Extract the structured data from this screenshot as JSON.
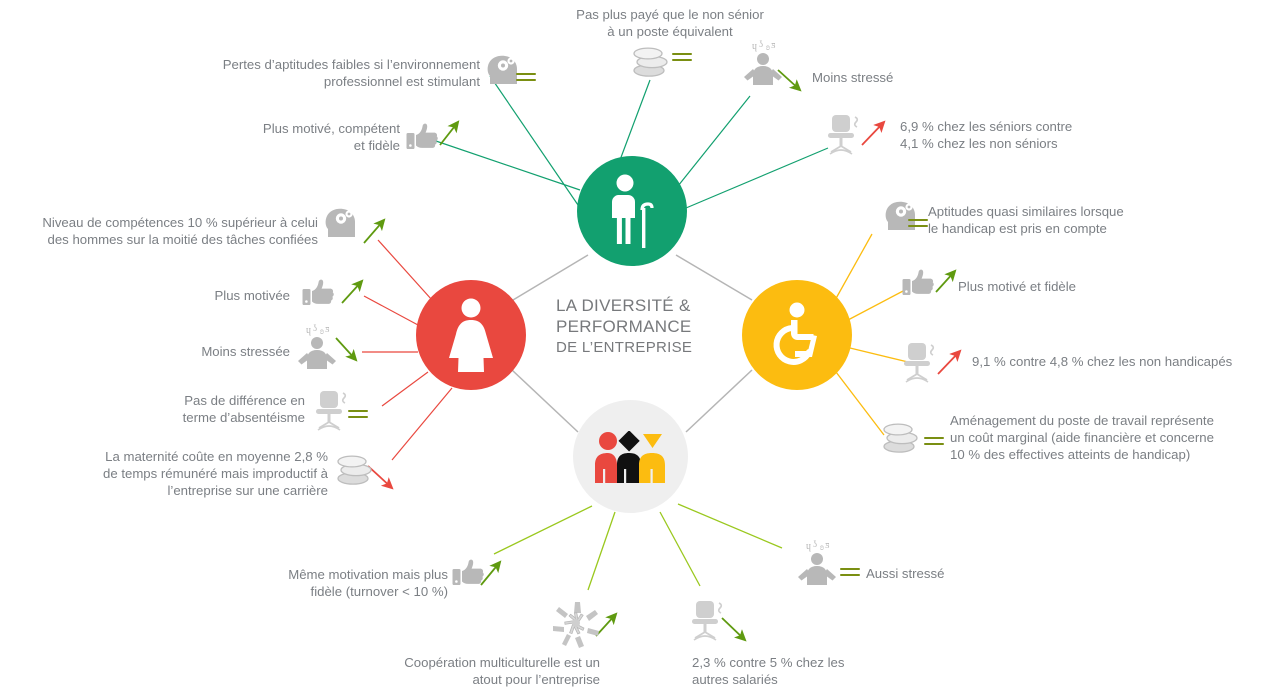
{
  "center": {
    "line1": "LA DIVERSITÉ &",
    "line2": "PERFORMANCE",
    "line3": "DE L’ENTREPRISE"
  },
  "colors": {
    "senior": "#12a06f",
    "women": "#e9483f",
    "handicap": "#fcbc10",
    "diversity_ring": "#efefef",
    "diversity_line": "#9ac81e",
    "connector_gray": "#b5b5b5",
    "text": "#7b7f84",
    "arrow_up_green": "#5f9a10",
    "arrow_down_green": "#5f9a10",
    "arrow_red": "#e9483f",
    "equals_olive": "#7a8f12",
    "icon_gray": "#b8b8b8"
  },
  "hubs": [
    {
      "id": "senior",
      "icon": "elderly-person-with-cane-icon",
      "color": "#12a06f"
    },
    {
      "id": "women",
      "icon": "woman-figure-icon",
      "color": "#e9483f"
    },
    {
      "id": "handicap",
      "icon": "wheelchair-accessibility-icon",
      "color": "#fcbc10"
    },
    {
      "id": "diversity",
      "icon": "three-diverse-people-icon",
      "color": "#efefef"
    }
  ],
  "branches": {
    "senior": [
      {
        "id": "senior-skills",
        "text": "Pertes d’aptitudes faibles si l’environnement\nprofessionnel est stimulant",
        "icon": "head-with-gears-icon",
        "indicator": "equals"
      },
      {
        "id": "senior-motivation",
        "text": "Plus motivé,  compétent\net fidèle",
        "icon": "thumbs-up-icon",
        "indicator": "arrow-up-green"
      },
      {
        "id": "senior-pay",
        "text": "Pas plus payé que  le non sénior\nà un poste équivalent",
        "icon": "stack-of-coins-icon",
        "indicator": "equals"
      },
      {
        "id": "senior-stress",
        "text": "Moins stressé",
        "icon": "stressed-person-icon",
        "indicator": "arrow-down-green"
      },
      {
        "id": "senior-absenteeism",
        "text": "6,9 % chez les séniors contre\n4,1 % chez les non séniors",
        "icon": "empty-office-chair-icon",
        "indicator": "arrow-up-red"
      }
    ],
    "women": [
      {
        "id": "women-skills",
        "text": "Niveau de compétences 10 % supérieur à celui\ndes hommes  sur la moitié des tâches confiées",
        "icon": "head-with-gears-icon",
        "indicator": "arrow-up-green"
      },
      {
        "id": "women-motivation",
        "text": "Plus motivée",
        "icon": "thumbs-up-icon",
        "indicator": "arrow-up-green"
      },
      {
        "id": "women-stress",
        "text": "Moins stressée",
        "icon": "stressed-person-icon",
        "indicator": "arrow-down-green"
      },
      {
        "id": "women-absenteeism",
        "text": "Pas de différence en\nterme d’absentéisme",
        "icon": "empty-office-chair-icon",
        "indicator": "equals"
      },
      {
        "id": "women-maternity",
        "text": "La maternité coûte en moyenne  2,8 %\nde temps rémunéré mais improductif  à\nl’entreprise sur une carrière",
        "icon": "stack-of-coins-icon",
        "indicator": "arrow-down-red"
      }
    ],
    "handicap": [
      {
        "id": "handicap-skills",
        "text": "Aptitudes  quasi similaires lorsque\nle handicap est pris en compte",
        "icon": "head-with-gears-icon",
        "indicator": "equals"
      },
      {
        "id": "handicap-motivation",
        "text": "Plus motivé  et fidèle",
        "icon": "thumbs-up-icon",
        "indicator": "arrow-up-green"
      },
      {
        "id": "handicap-absenteeism",
        "text": "9,1 % contre  4,8 % chez les non  handicapés",
        "icon": "empty-office-chair-icon",
        "indicator": "arrow-up-red"
      },
      {
        "id": "handicap-workstation",
        "text": "Aménagement  du poste de travail représente\nun coût marginal (aide financière et concerne\n10 % des effectives atteints de handicap)",
        "icon": "stack-of-coins-icon",
        "indicator": "equals"
      }
    ],
    "diversity": [
      {
        "id": "diversity-loyalty",
        "text": "Même motivation mais plus\nfidèle (turnover < 10 %)",
        "icon": "thumbs-up-icon",
        "indicator": "arrow-up-green"
      },
      {
        "id": "diversity-cooperation",
        "text": "Coopération multiculturelle est un\natout pour l’entreprise",
        "icon": "hands-together-teamwork-icon",
        "indicator": "arrow-up-green"
      },
      {
        "id": "diversity-absenteeism",
        "text": "2,3 % contre 5 % chez les\nautres salariés",
        "icon": "empty-office-chair-icon",
        "indicator": "arrow-down-green"
      },
      {
        "id": "diversity-stress",
        "text": "Aussi stressé",
        "icon": "stressed-person-icon",
        "indicator": "equals"
      }
    ]
  }
}
